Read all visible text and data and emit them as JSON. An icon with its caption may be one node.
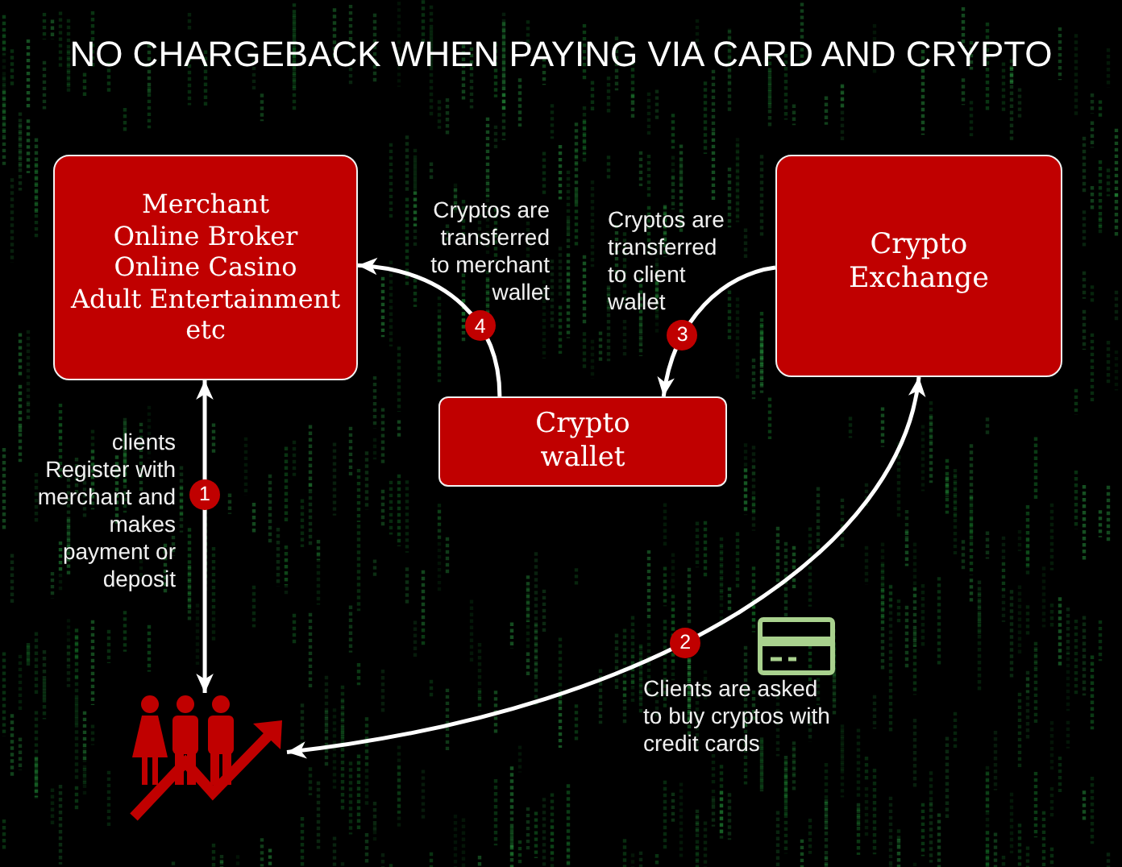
{
  "diagram": {
    "title": "NO CHARGEBACK WHEN PAYING VIA CARD AND CRYPTO",
    "nodes": [
      {
        "text": [
          "Merchant",
          "Online Broker",
          "Online Casino",
          "Adult Entertainment",
          "etc"
        ]
      },
      {
        "text": [
          "Crypto Exchange"
        ]
      },
      {
        "text": [
          "Crypto wallet"
        ]
      },
      {
        "text": [],
        "shape": "person"
      }
    ],
    "edges": [
      {
        "from": 3,
        "to": 0,
        "arrow": "both",
        "label": "1"
      },
      {
        "from": 3,
        "to": 1,
        "arrow": "both",
        "label": "2"
      },
      {
        "from": 1,
        "to": 2,
        "arrow": "to",
        "label": "3"
      },
      {
        "from": 2,
        "to": 0,
        "arrow": "to",
        "label": "4"
      }
    ],
    "labels": [
      "Cryptos are transferred to merchant wallet",
      "Cryptos are transferred to client wallet",
      "clients Register with merchant and makes payment or deposit",
      "Clients are asked to buy cryptos with credit cards"
    ]
  }
}
